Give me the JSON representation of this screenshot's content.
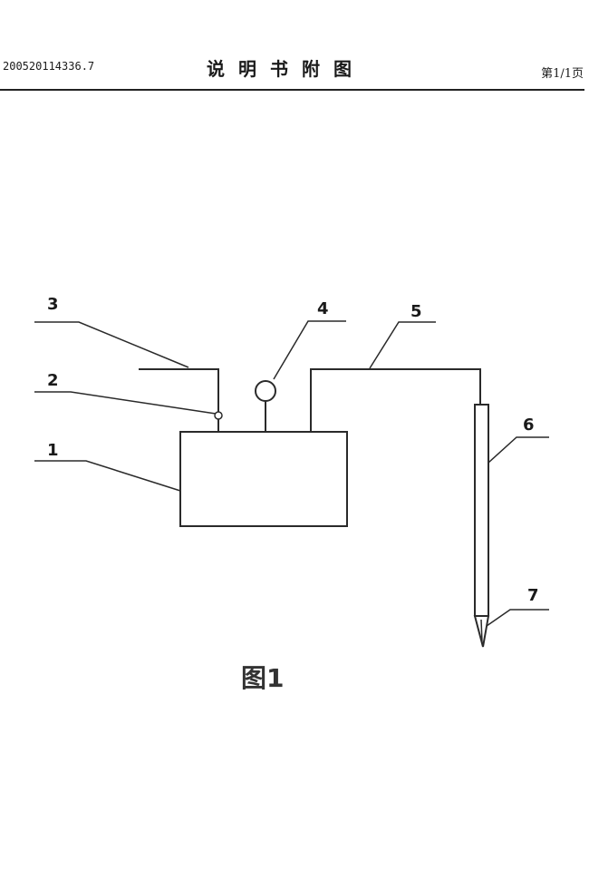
{
  "header": {
    "app_number": "200520114336.7",
    "title": "说明书附图",
    "page": "第1/1页"
  },
  "figure": {
    "caption": "图1",
    "labels": [
      "1",
      "2",
      "3",
      "4",
      "5",
      "6",
      "7"
    ]
  }
}
